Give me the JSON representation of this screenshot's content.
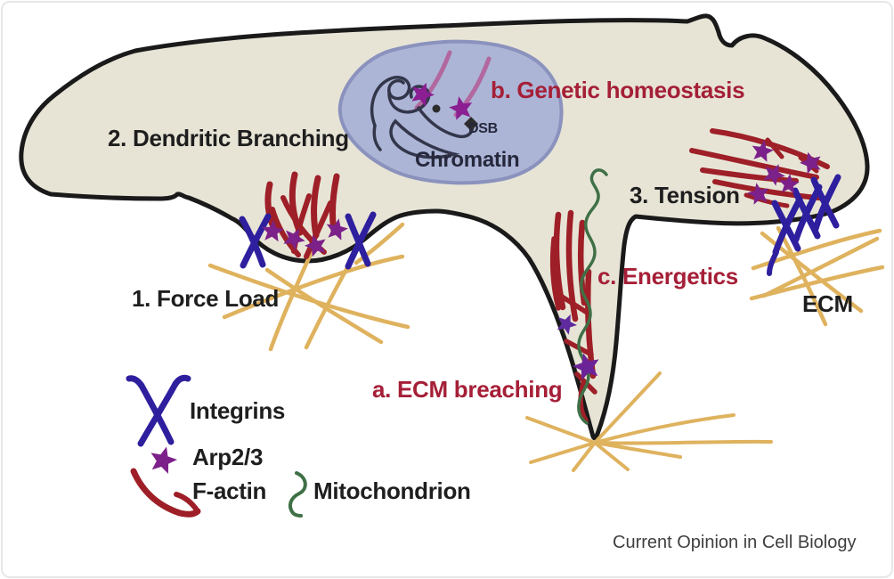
{
  "annotations": {
    "numbered": [
      {
        "id": "1",
        "label": "1. Force Load"
      },
      {
        "id": "2",
        "label": "2. Dendritic Branching"
      },
      {
        "id": "3",
        "label": "3. Tension"
      }
    ],
    "lettered": [
      {
        "id": "a",
        "label": "a. ECM breaching"
      },
      {
        "id": "b",
        "label": "b. Genetic homeostasis"
      },
      {
        "id": "c",
        "label": "c. Energetics"
      }
    ],
    "structures": {
      "chromatin": "Chromatin",
      "dsb": "DSB",
      "ecm": "ECM"
    }
  },
  "legend": [
    {
      "icon": "integrin-icon",
      "label": "Integrins"
    },
    {
      "icon": "arp23-star-icon",
      "label": "Arp2/3"
    },
    {
      "icon": "factin-curve-icon",
      "label": "F-actin"
    },
    {
      "icon": "mitochondrion-squiggle-icon",
      "label": "Mitochondrion"
    }
  ],
  "credit": "Current Opinion in Cell Biology",
  "colors": {
    "cell_fill": "#e7e4d6",
    "membrane_black": "#1a1a1a",
    "nucleus_fill": "#acb5d6",
    "nucleus_border": "#8a92bd",
    "chromatin_line": "#33364a",
    "dna_strand_pink": "#b2689f",
    "arp23_purple": "#7c2189",
    "factin_red": "#9e1f27",
    "integrin_blue": "#2e1f9e",
    "ecm_yellow": "#dfb25e",
    "mitochondrion_green": "#3f7046",
    "label_red": "#a51f37",
    "label_black": "#1e1e1e",
    "label_navy": "#26283c",
    "credit_gray": "#3f3f3f"
  }
}
